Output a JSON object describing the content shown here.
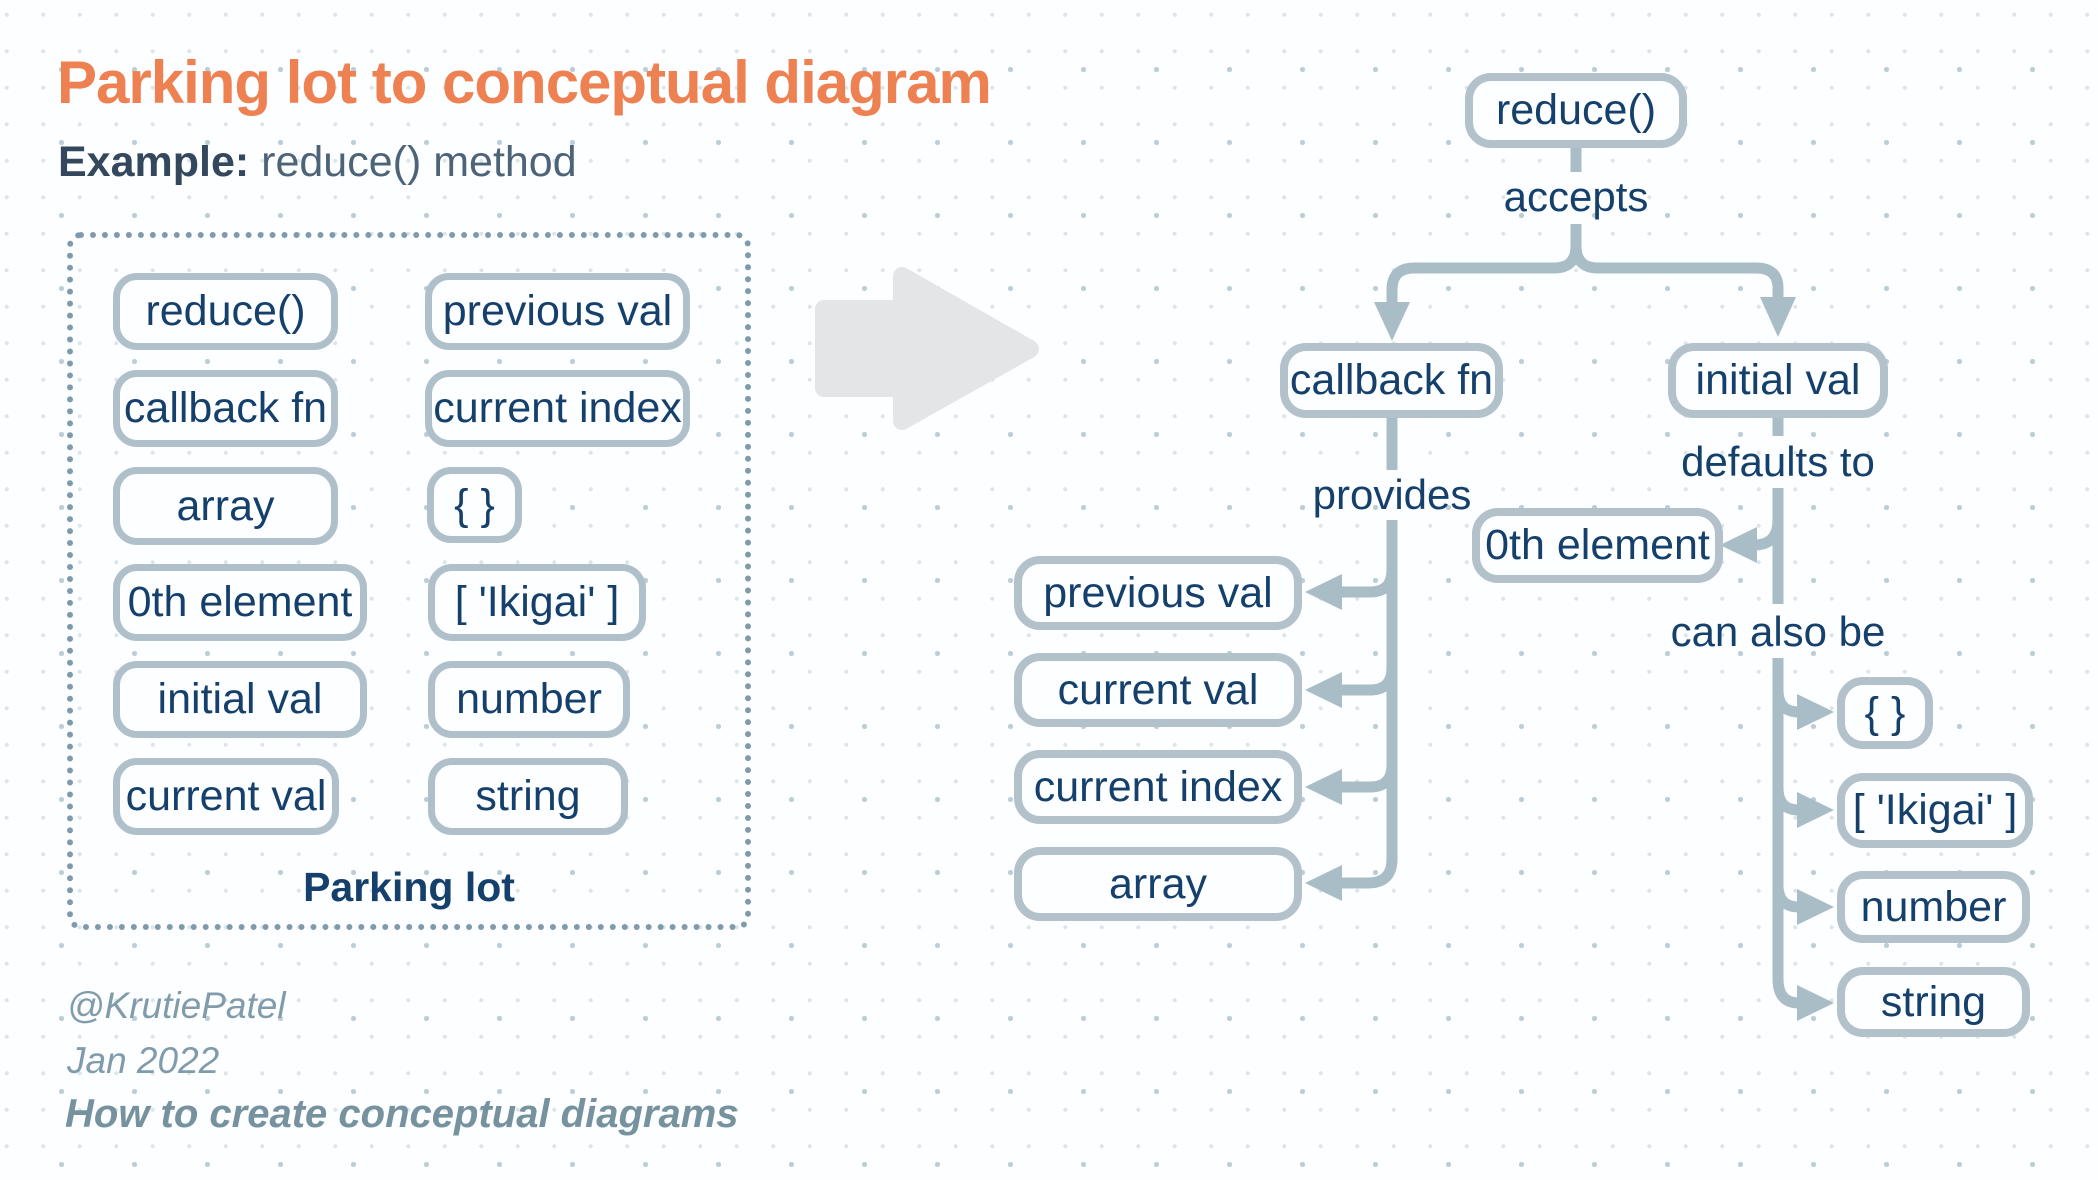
{
  "header": {
    "title": "Parking lot to conceptual diagram",
    "example_label": "Example:",
    "example_value": " reduce() method"
  },
  "parking": {
    "label": "Parking lot",
    "items": [
      {
        "label": "reduce()"
      },
      {
        "label": "callback fn"
      },
      {
        "label": "array"
      },
      {
        "label": "0th element"
      },
      {
        "label": "initial val"
      },
      {
        "label": "current val"
      },
      {
        "label": "previous val"
      },
      {
        "label": "current index"
      },
      {
        "label": "{ }"
      },
      {
        "label": "[ 'Ikigai' ]"
      },
      {
        "label": "number"
      },
      {
        "label": "string"
      }
    ]
  },
  "diagram": {
    "root": "reduce()",
    "edge_labels": {
      "accepts": "accepts",
      "provides": "provides",
      "defaults_to": "defaults to",
      "can_also_be": "can also be"
    },
    "nodes": {
      "callback": "callback fn",
      "initial": "initial val",
      "previous_val": "previous val",
      "current_val": "current val",
      "current_index": "current index",
      "array": "array",
      "zeroth": "0th element",
      "object": "{ }",
      "ikigai": "[ 'Ikigai' ]",
      "number": "number",
      "string": "string"
    }
  },
  "footer": {
    "handle": "@KrutiePatel",
    "date": "Jan 2022",
    "caption": "How to create conceptual diagrams"
  },
  "colors": {
    "accent_orange": "#ee8152",
    "navy_text": "#16406c",
    "box_border": "#b2c1ca",
    "connector": "#a9bdc7",
    "big_arrow": "#e4e5e6",
    "footer_text": "#809cab",
    "dot_grid": "#bccdd6"
  }
}
